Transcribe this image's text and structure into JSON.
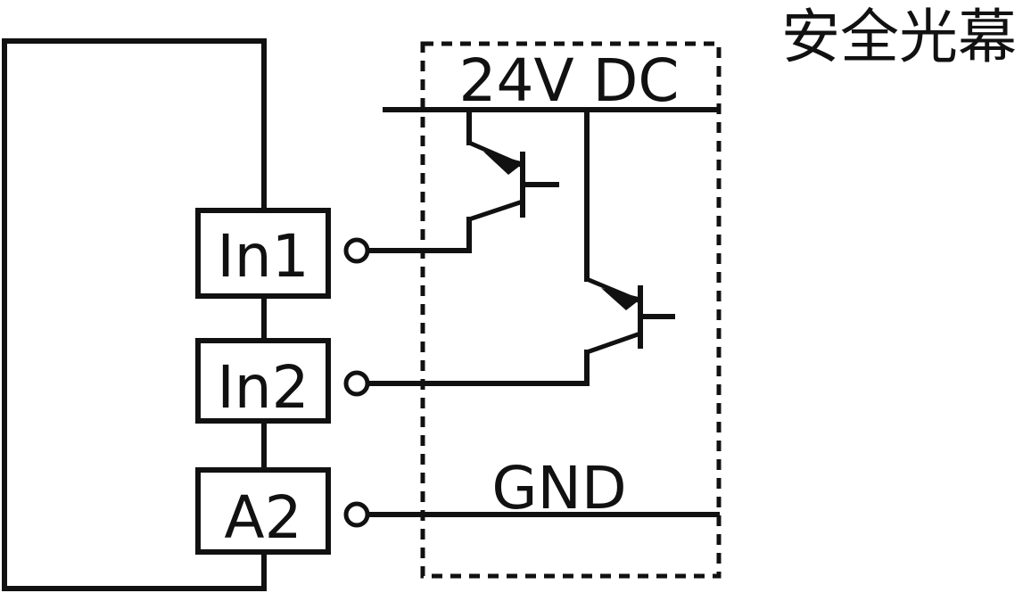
{
  "diagram": {
    "title": "安全光幕",
    "supply_label": "24V DC",
    "ground_label": "GND",
    "terminals": [
      "In1",
      "In2",
      "A2"
    ]
  },
  "colors": {
    "line": "#111111",
    "background": "#ffffff"
  }
}
